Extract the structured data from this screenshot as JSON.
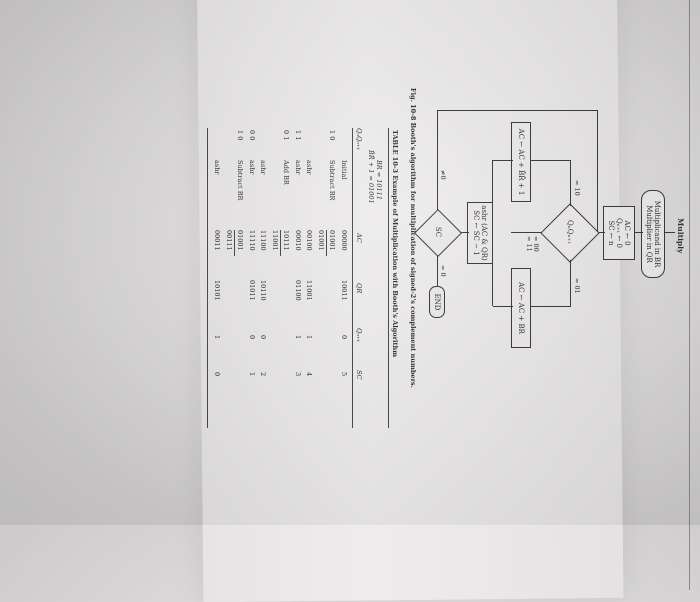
{
  "flowchart": {
    "start_label": "Multiply",
    "init_box": [
      "Multiplicand in BR",
      "Multiplier in QR"
    ],
    "clear_box": [
      "AC ← 0",
      "Qₙ₊₁ ← 0",
      "SC ← n"
    ],
    "decision_qq": "QₙQₙ₊₁",
    "branch_10": "= 10",
    "branch_01": "= 01",
    "branch_00_11": [
      "= 00",
      "= 11"
    ],
    "sub_box": "AC ← AC + B̄R̄ + 1",
    "add_box": "AC ← AC + BR",
    "shift_box": [
      "ashr (AC & QR)",
      "SC ← SC − 1"
    ],
    "decision_sc": "SC",
    "sc_ne0": "≠0",
    "sc_eq0": "= 0",
    "end_label": "END"
  },
  "figure_caption": "Fig. 10-8  Booth's algorithm for multiplication of signed-2's complement numbers.",
  "table": {
    "caption": "TABLE 10-3  Example of Multiplication with Booth's Algorithm",
    "br_line1": "BR = 10111",
    "br_line2": "B̄R̄ + 1 = 01001",
    "headers": [
      "QₙQₙ₊₁",
      "",
      "AC",
      "QR",
      "Qₙ₊₁",
      "SC"
    ],
    "rows": [
      {
        "qq": "",
        "op": "Initial",
        "ac": "00000",
        "qr": "10011",
        "qn1": "0",
        "sc": "5"
      },
      {
        "qq": "1 0",
        "op": "Subtract BR",
        "ac": "01001",
        "qr": "",
        "qn1": "",
        "sc": ""
      },
      {
        "qq": "",
        "op": "",
        "ac": "01001",
        "qr": "",
        "qn1": "",
        "sc": ""
      },
      {
        "qq": "",
        "op": "ashr",
        "ac": "00100",
        "qr": "11001",
        "qn1": "1",
        "sc": "4"
      },
      {
        "qq": "1 1",
        "op": "ashr",
        "ac": "00010",
        "qr": "01100",
        "qn1": "1",
        "sc": "3"
      },
      {
        "qq": "0 1",
        "op": "Add BR",
        "ac": "10111",
        "qr": "",
        "qn1": "",
        "sc": ""
      },
      {
        "qq": "",
        "op": "",
        "ac": "11001",
        "qr": "",
        "qn1": "",
        "sc": ""
      },
      {
        "qq": "",
        "op": "ashr",
        "ac": "11100",
        "qr": "10110",
        "qn1": "0",
        "sc": "2"
      },
      {
        "qq": "0 0",
        "op": "ashr",
        "ac": "11110",
        "qr": "01011",
        "qn1": "0",
        "sc": "1"
      },
      {
        "qq": "1 0",
        "op": "Subtract BR",
        "ac": "01001",
        "qr": "",
        "qn1": "",
        "sc": ""
      },
      {
        "qq": "",
        "op": "",
        "ac": "00111",
        "qr": "",
        "qn1": "",
        "sc": ""
      },
      {
        "qq": "",
        "op": "ashr",
        "ac": "00011",
        "qr": "10101",
        "qn1": "1",
        "sc": "0"
      }
    ]
  }
}
